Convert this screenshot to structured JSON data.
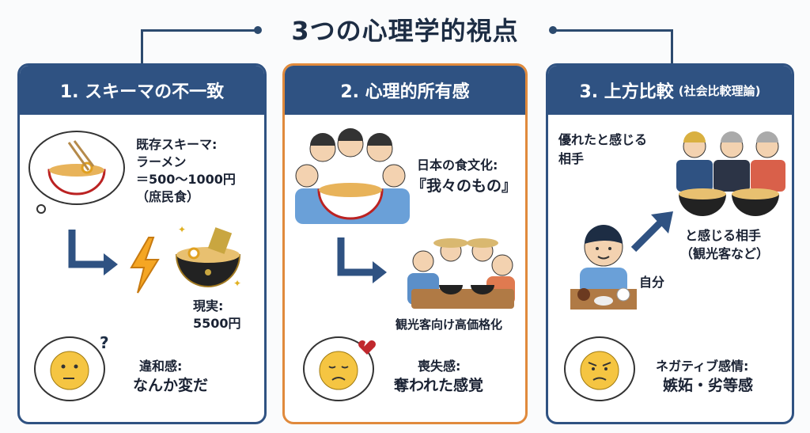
{
  "title": "3つの心理学的視点",
  "panels": [
    {
      "heading": "1. スキーマの不一致",
      "schema_label": "既存スキーマ:",
      "schema_line1": "ラーメン",
      "schema_line2": "＝500〜1000円",
      "schema_line3": "（庶民食）",
      "reality_label": "現実:",
      "reality_value": "5500円",
      "feeling_label": "違和感:",
      "feeling_value": "なんか変だ"
    },
    {
      "heading": "2. 心理的所有感",
      "culture_label": "日本の食文化:",
      "culture_value": "『我々のもの』",
      "change_label": "観光客向け高価格化",
      "feeling_label": "喪失感:",
      "feeling_value": "奪われた感覚"
    },
    {
      "heading": "3. 上方比較",
      "heading_sub": "(社会比較理論)",
      "superior_line1": "優れたと感じる",
      "superior_line2": "相手",
      "others_line1": "と感じる相手",
      "others_line2": "（観光客など）",
      "self_label": "自分",
      "feeling_label": "ネガティブ感情:",
      "feeling_value": "嫉妬・劣等感"
    }
  ],
  "colors": {
    "navy": "#2f5282",
    "orange": "#e08a3c",
    "face": "#f5c542"
  }
}
